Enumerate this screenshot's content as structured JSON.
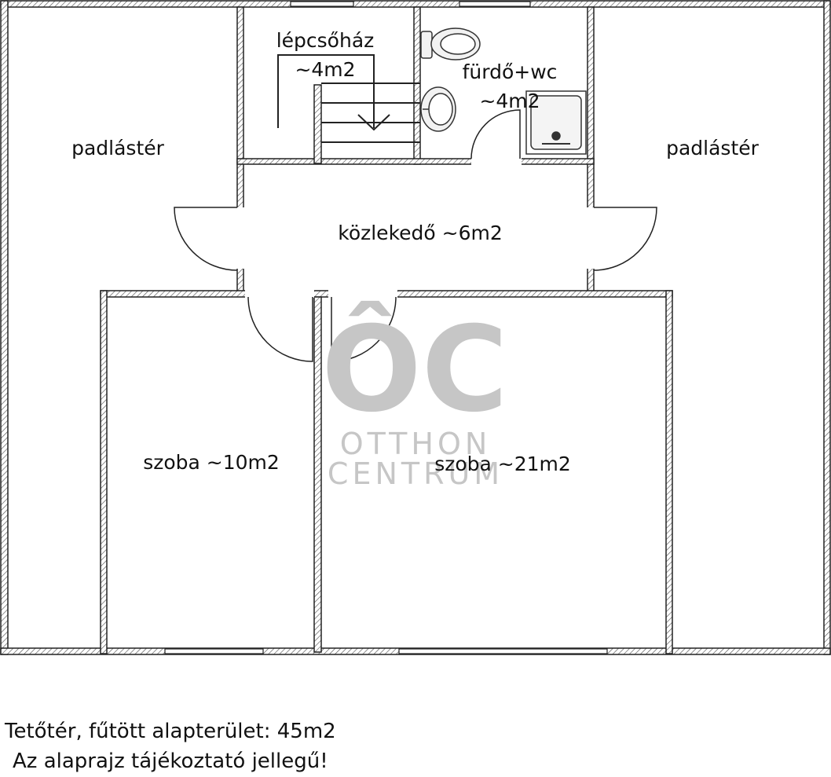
{
  "rooms": {
    "attic_left": "padlástér",
    "attic_right": "padlástér",
    "staircase_name": "lépcsőház",
    "staircase_area": "~4m2",
    "bathroom_name": "fürdő+wc",
    "bathroom_area": "~4m2",
    "hallway": "közlekedő ~6m2",
    "room_small": "szoba ~10m2",
    "room_large": "szoba ~21m2"
  },
  "watermark": {
    "logo": "ÔC",
    "line1": "OTTHON",
    "line2": "CENTRUM"
  },
  "caption": {
    "line1": "Tetőtér, fűtött alapterület: 45m2",
    "line2": "Az alaprajz tájékoztató jellegű!"
  },
  "colors": {
    "wall": "#222222",
    "watermark": "#c6c6c6"
  },
  "icons": [
    "toilet-icon",
    "sink-icon",
    "shower-tray-icon"
  ]
}
